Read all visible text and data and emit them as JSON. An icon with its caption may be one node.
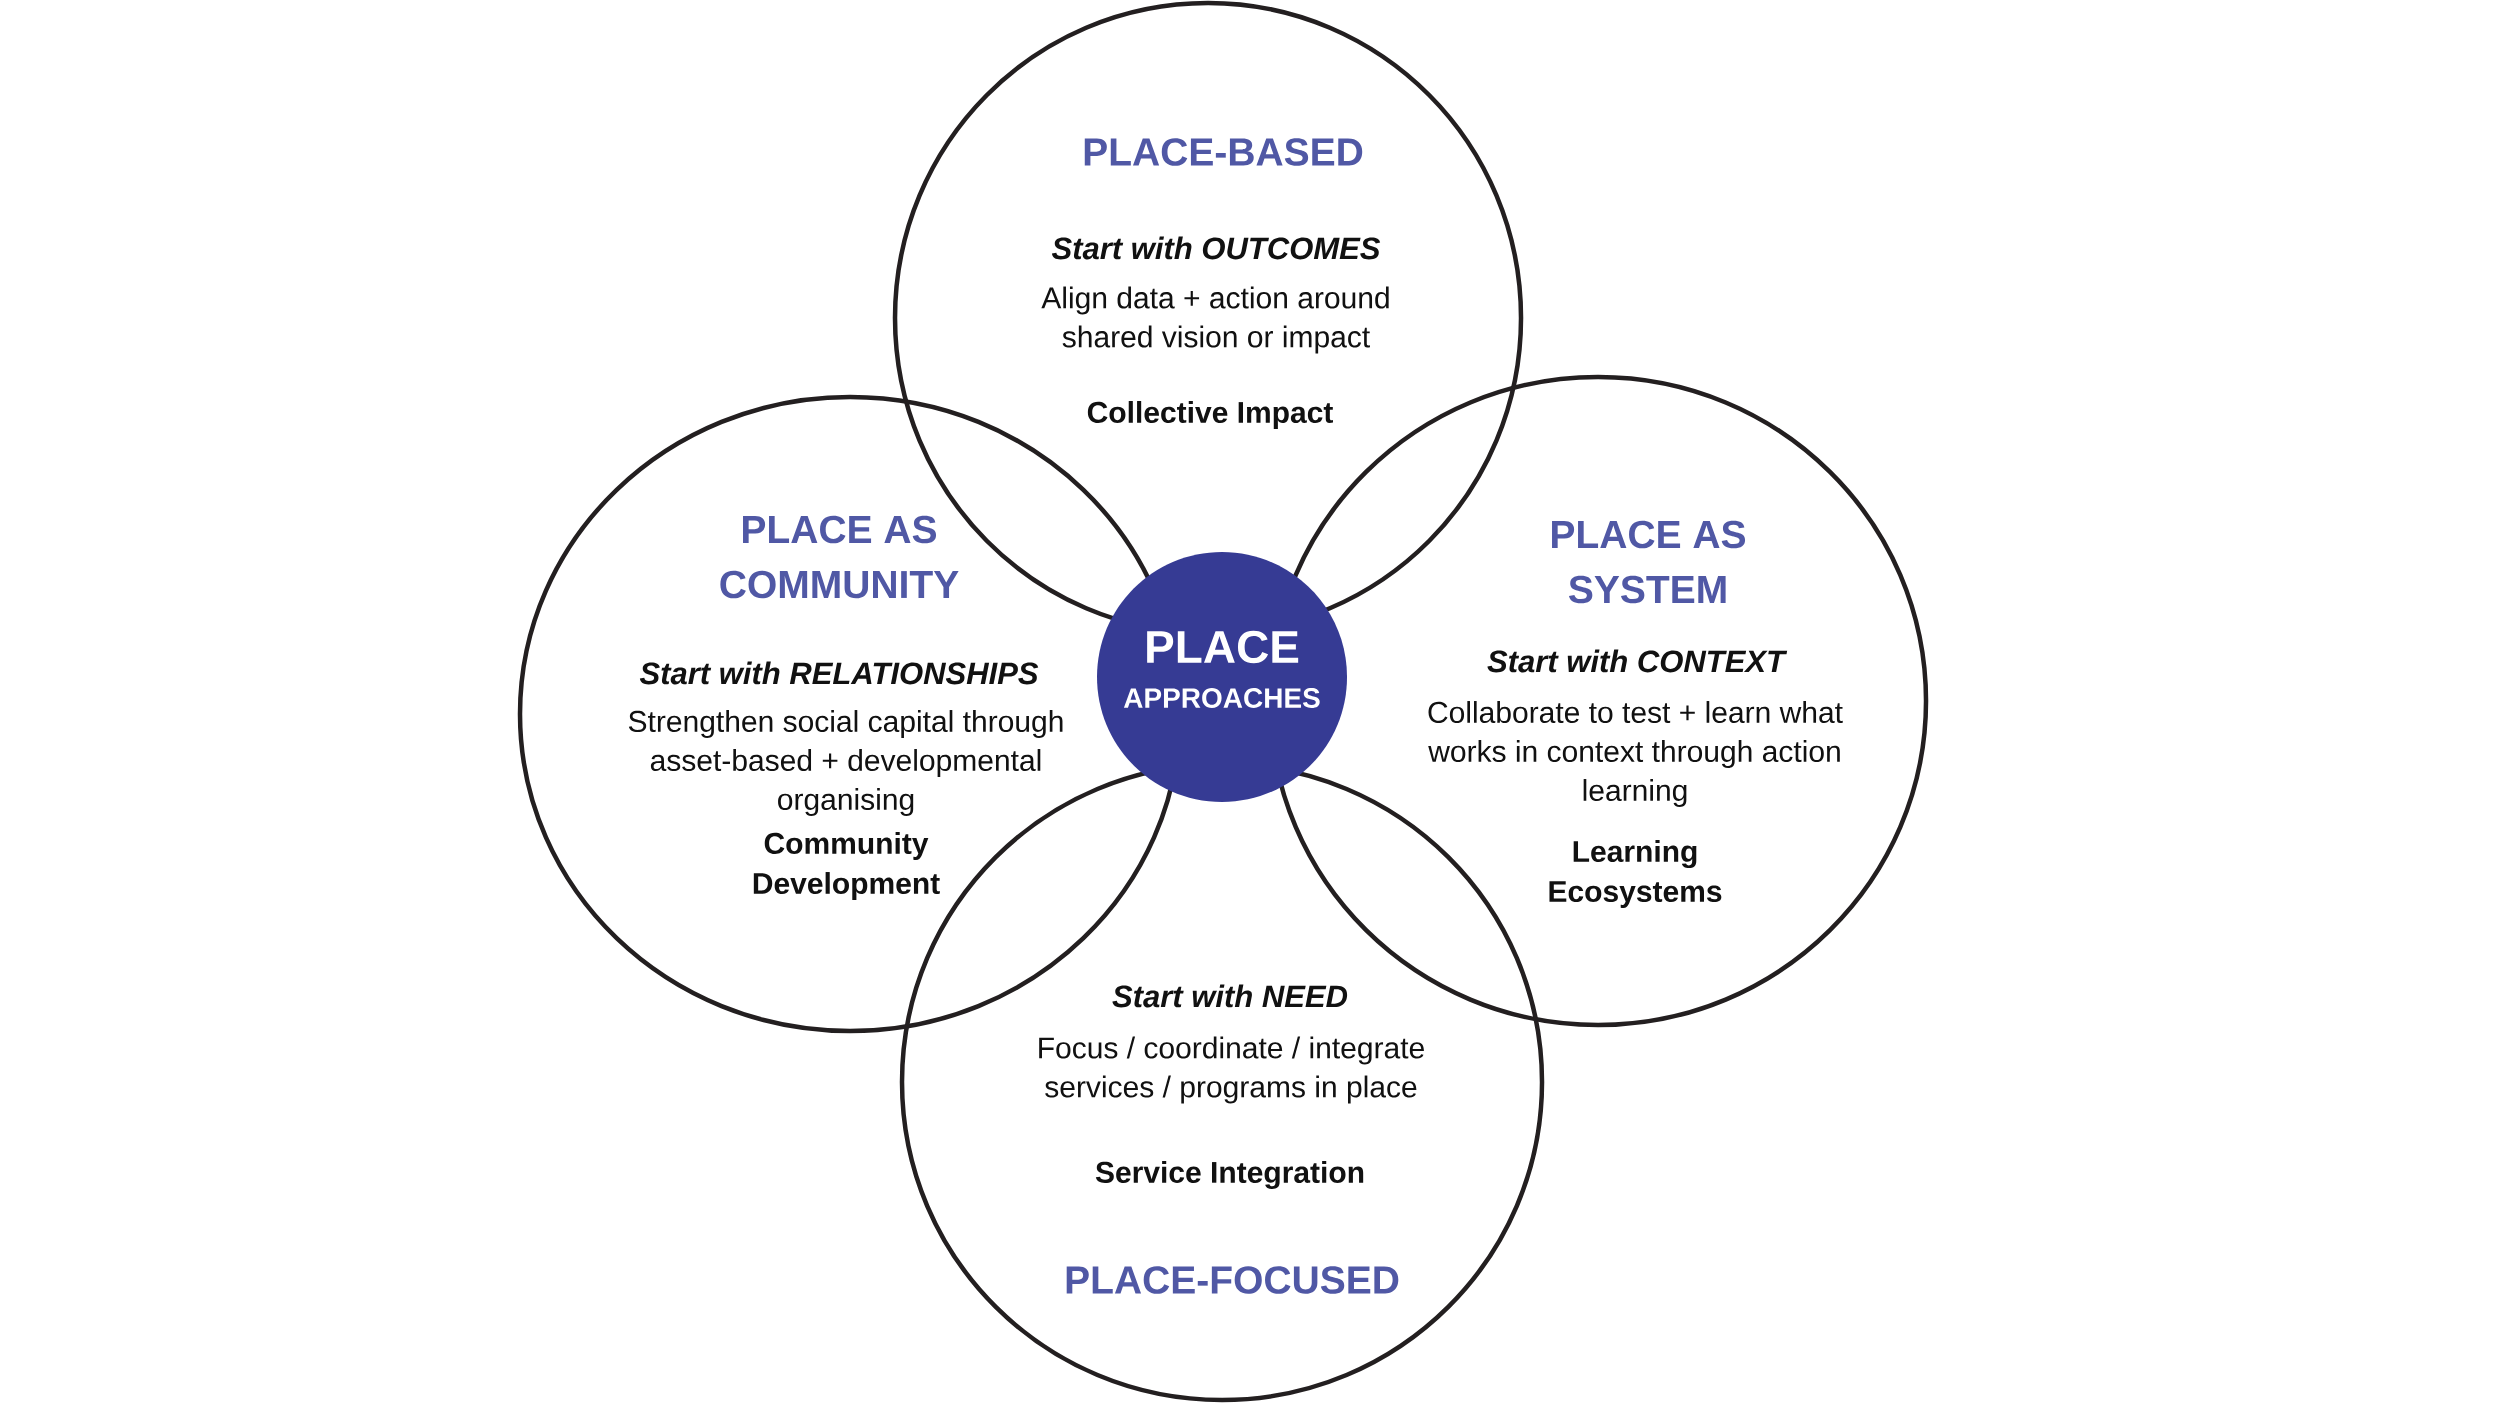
{
  "diagram": {
    "nodes": [
      {
        "text": [
          "PLACE-BASED",
          "Start with OUTCOMES",
          "Align data + action around shared vision or impact",
          "Collective Impact"
        ]
      },
      {
        "text": [
          "PLACE AS COMMUNITY",
          "Start with RELATIONSHIPS",
          "Strengthen social capital through asset-based + developmental organising",
          "Community Development"
        ]
      },
      {
        "text": [
          "PLACE",
          "APPROACHES"
        ]
      },
      {
        "text": [
          "PLACE AS SYSTEM",
          "Start with CONTEXT",
          "Collaborate to test + learn what works in context through action learning",
          "Learning Ecosystems"
        ]
      },
      {
        "text": [
          "Start with NEED",
          "Focus / coordinate / integrate services / programs in place",
          "Service Integration",
          "PLACE-FOCUSED"
        ]
      }
    ]
  }
}
